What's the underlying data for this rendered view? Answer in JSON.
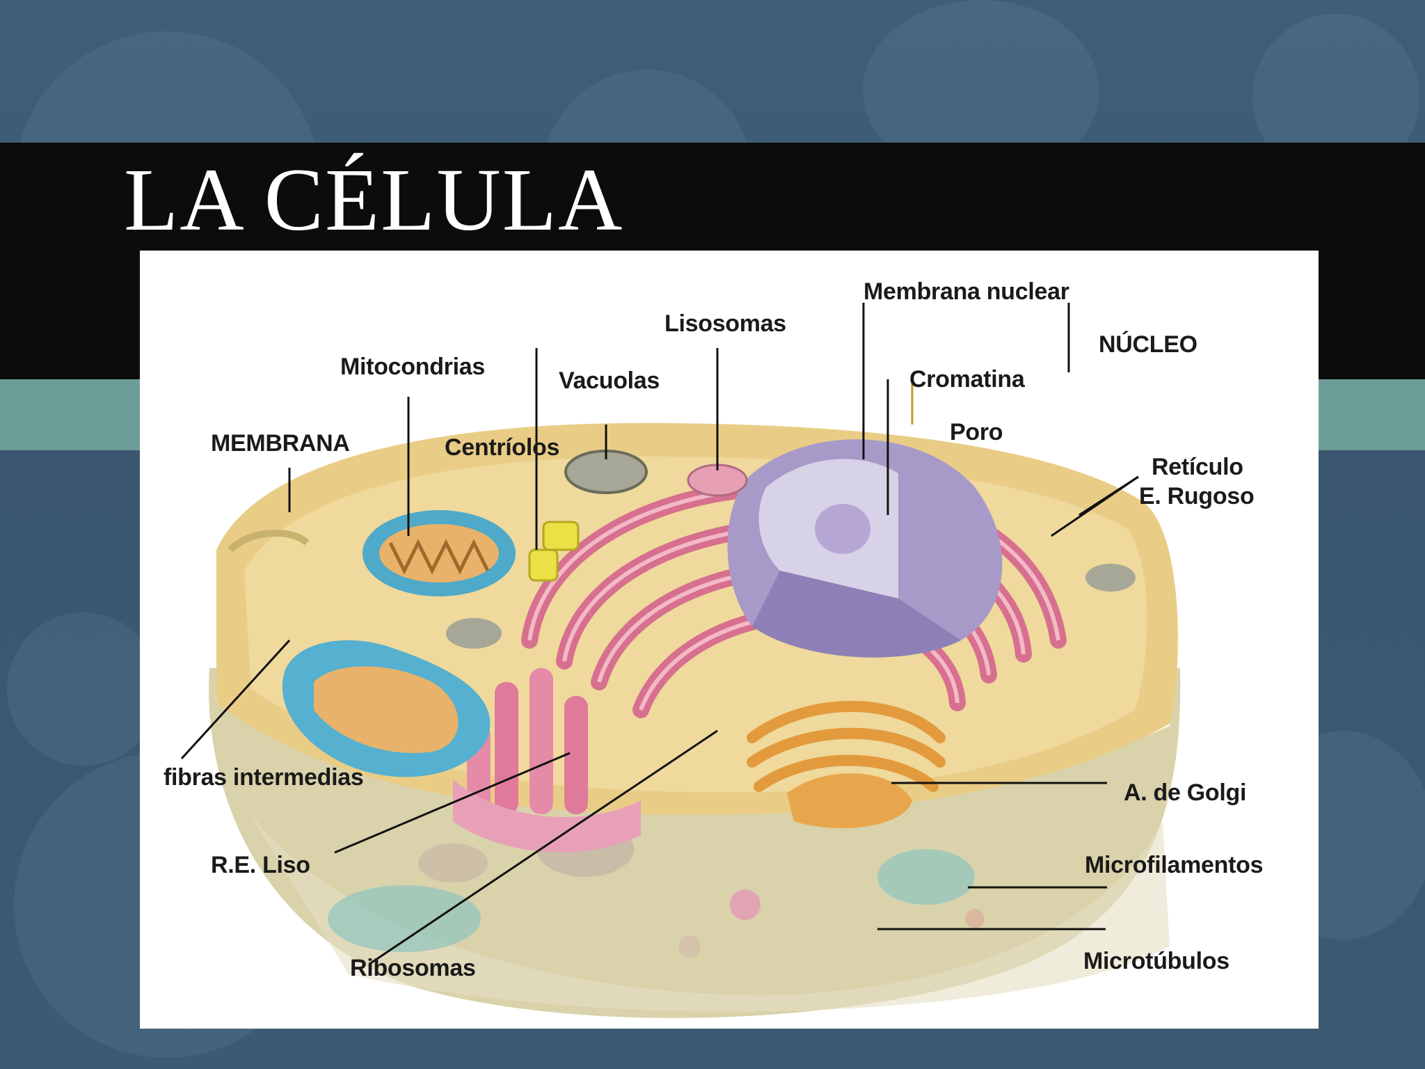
{
  "slide": {
    "title": "LA CÉLULA"
  },
  "diagram": {
    "labels": {
      "membrana_nuclear": "Membrana nuclear",
      "lisosomas": "Lisosomas",
      "nucleo": "NÚCLEO",
      "mitocondrias": "Mitocondrias",
      "vacuolas": "Vacuolas",
      "cromatina": "Cromatina",
      "membrana": "MEMBRANA",
      "centriolos": "Centríolos",
      "poro": "Poro",
      "reticulo_line1": "Retículo",
      "reticulo_line2": "E. Rugoso",
      "fibras_intermedias": "fibras intermedias",
      "golgi": "A. de Golgi",
      "re_liso": "R.E. Liso",
      "microfilamentos": "Microfilamentos",
      "ribosomas": "Ribosomas",
      "microtubulos": "Microtúbulos"
    }
  }
}
